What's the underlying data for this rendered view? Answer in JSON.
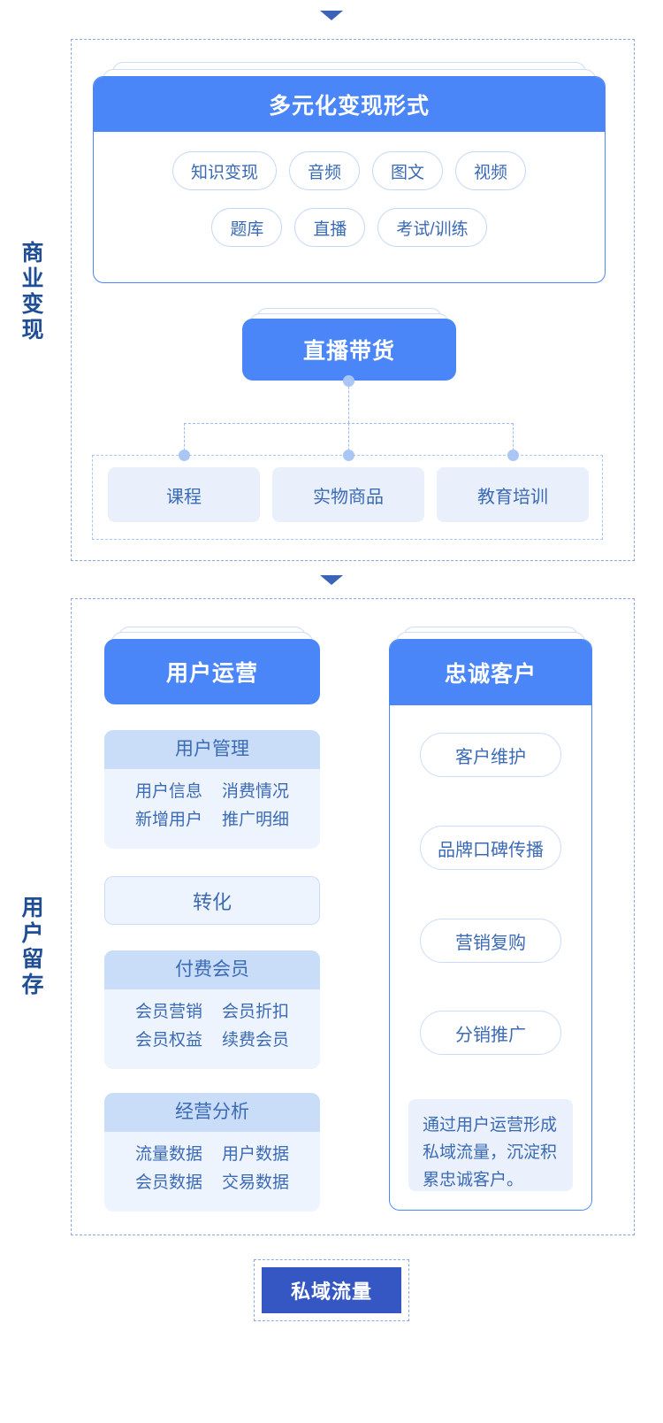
{
  "colors": {
    "primary_blue": "#4a86f7",
    "deep_blue": "#3457c4",
    "label_navy": "#1f4e96",
    "text_blue": "#3b6ab5",
    "tile_bg": "#e9f0fc",
    "subcard_head_bg": "#c9ddf9",
    "dash_border": "#8fa8dd",
    "connector": "#9cbcf0",
    "arrow": "#3b63b8"
  },
  "sections": [
    {
      "id": "monetization",
      "side_label": "商业变现"
    },
    {
      "id": "retention",
      "side_label": "用户留存"
    }
  ],
  "monetization": {
    "formats_card": {
      "title": "多元化变现形式",
      "chips_row1": [
        "知识变现",
        "音频",
        "图文",
        "视频"
      ],
      "chips_row2": [
        "题库",
        "直播",
        "考试/训练"
      ]
    },
    "live_commerce": {
      "title": "直播带货",
      "children": [
        "课程",
        "实物商品",
        "教育培训"
      ]
    }
  },
  "retention": {
    "user_ops": {
      "title": "用户运营",
      "blocks": [
        {
          "type": "subcard",
          "header": "用户管理",
          "rows": [
            [
              "用户信息",
              "消费情况"
            ],
            [
              "新增用户",
              "推广明细"
            ]
          ]
        },
        {
          "type": "plain",
          "header": "转化"
        },
        {
          "type": "subcard",
          "header": "付费会员",
          "rows": [
            [
              "会员营销",
              "会员折扣"
            ],
            [
              "会员权益",
              "续费会员"
            ]
          ]
        },
        {
          "type": "subcard",
          "header": "经营分析",
          "rows": [
            [
              "流量数据",
              "用户数据"
            ],
            [
              "会员数据",
              "交易数据"
            ]
          ]
        }
      ]
    },
    "loyal_customers": {
      "title": "忠诚客户",
      "items": [
        "客户维护",
        "品牌口碑传播",
        "营销复购",
        "分销推广"
      ],
      "note": "通过用户运营形成私域流量，沉淀积累忠诚客户。"
    }
  },
  "private_traffic": {
    "label": "私域流量"
  },
  "icons": {
    "arrow_top": "arrow-down-icon",
    "arrow_mid": "arrow-down-icon"
  }
}
